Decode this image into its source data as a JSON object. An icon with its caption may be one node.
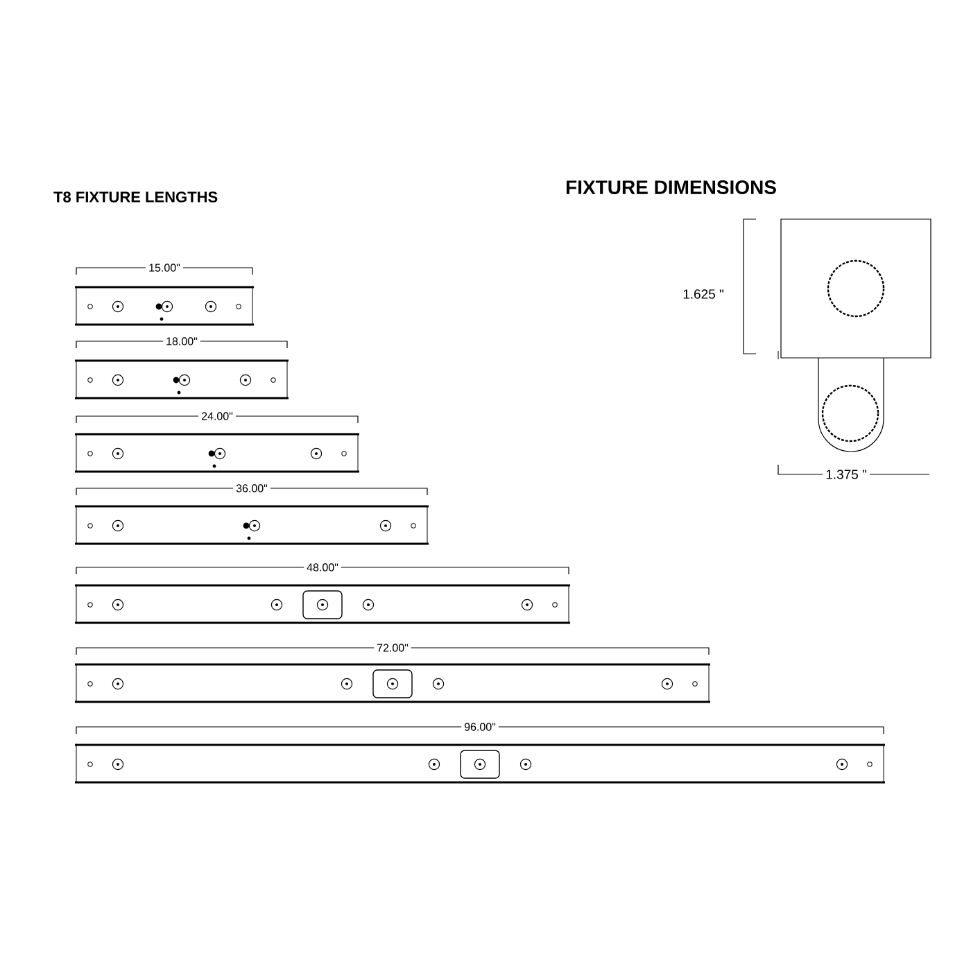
{
  "diagram": {
    "labels": [
      "T8 FIXTURE LENGTHS",
      "FIXTURE DIMENSIONS",
      "15.00\"",
      "18.00\"",
      "24.00\"",
      "36.00\"",
      "48.00\"",
      "72.00\"",
      "96.00\"",
      "1.625 \"",
      "1.375 \""
    ]
  }
}
